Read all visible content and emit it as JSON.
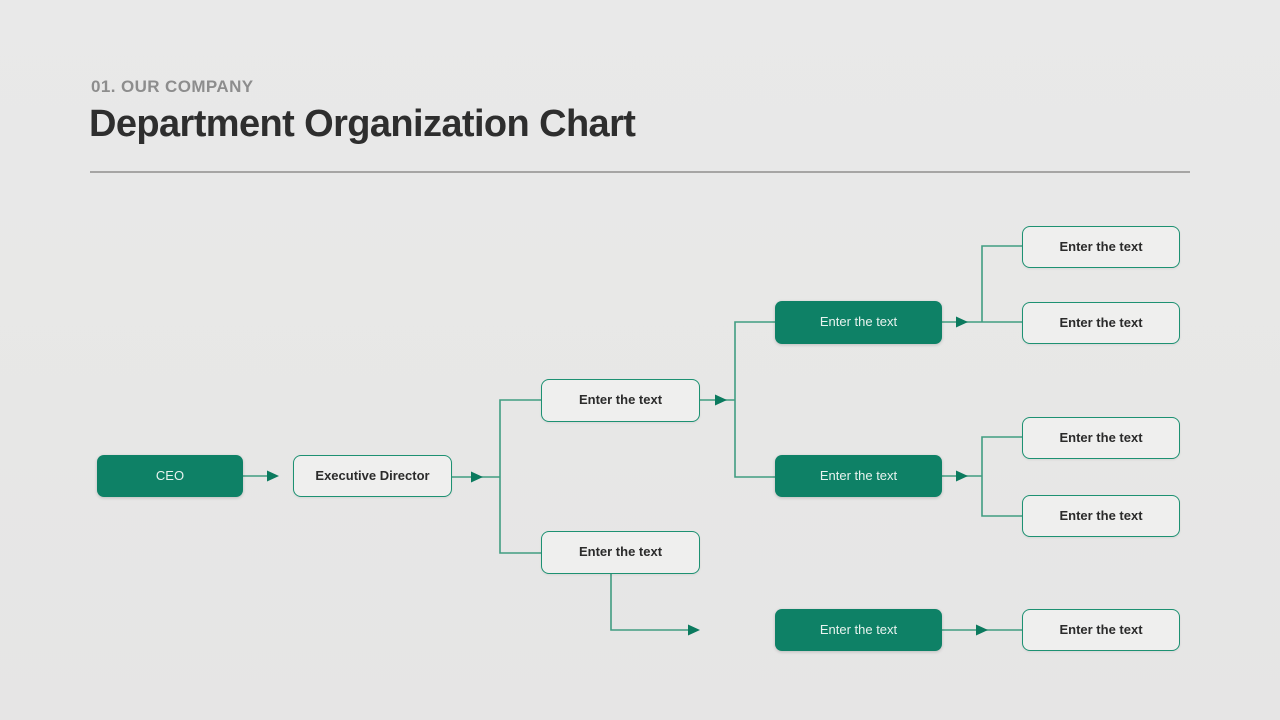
{
  "slide": {
    "eyebrow": "01. OUR COMPANY",
    "title": "Department Organization Chart"
  },
  "colors": {
    "accent_green_fill": "#0E8166",
    "line_green": "#2F9577",
    "arrow_green": "#0B7A5E",
    "outline_node_border": "#1D9172",
    "outline_node_background": "#EFEFEE",
    "dark_text": "#2E2E2E",
    "eyebrow_gray": "#8D8D8D",
    "divider_gray": "#A6A5A4",
    "slide_background": "#E8E8E7"
  },
  "org_chart": {
    "nodes": {
      "ceo": {
        "label": "CEO",
        "variant": "filled",
        "level": 1
      },
      "executive_director": {
        "label": "Executive Director",
        "variant": "outline",
        "level": 2
      },
      "dept_a": {
        "label": "Enter the text",
        "variant": "outline",
        "level": 3
      },
      "dept_b": {
        "label": "Enter the text",
        "variant": "outline",
        "level": 3
      },
      "team_a1": {
        "label": "Enter the text",
        "variant": "filled",
        "level": 4
      },
      "team_a2": {
        "label": "Enter the text",
        "variant": "filled",
        "level": 4
      },
      "team_b1": {
        "label": "Enter the text",
        "variant": "filled",
        "level": 4
      },
      "member_a1_1": {
        "label": "Enter the text",
        "variant": "outline",
        "level": 5
      },
      "member_a1_2": {
        "label": "Enter the text",
        "variant": "outline",
        "level": 5
      },
      "member_a2_1": {
        "label": "Enter the text",
        "variant": "outline",
        "level": 5
      },
      "member_a2_2": {
        "label": "Enter the text",
        "variant": "outline",
        "level": 5
      },
      "member_b1_1": {
        "label": "Enter the text",
        "variant": "outline",
        "level": 5
      }
    },
    "edges": [
      {
        "from": "ceo",
        "to": "executive_director"
      },
      {
        "from": "executive_director",
        "to": "dept_a"
      },
      {
        "from": "executive_director",
        "to": "dept_b"
      },
      {
        "from": "dept_a",
        "to": "team_a1"
      },
      {
        "from": "dept_a",
        "to": "team_a2"
      },
      {
        "from": "team_a1",
        "to": "member_a1_1"
      },
      {
        "from": "team_a1",
        "to": "member_a1_2"
      },
      {
        "from": "team_a2",
        "to": "member_a2_1"
      },
      {
        "from": "team_a2",
        "to": "member_a2_2"
      },
      {
        "from": "dept_b",
        "to": "team_b1"
      },
      {
        "from": "team_b1",
        "to": "member_b1_1"
      }
    ]
  }
}
